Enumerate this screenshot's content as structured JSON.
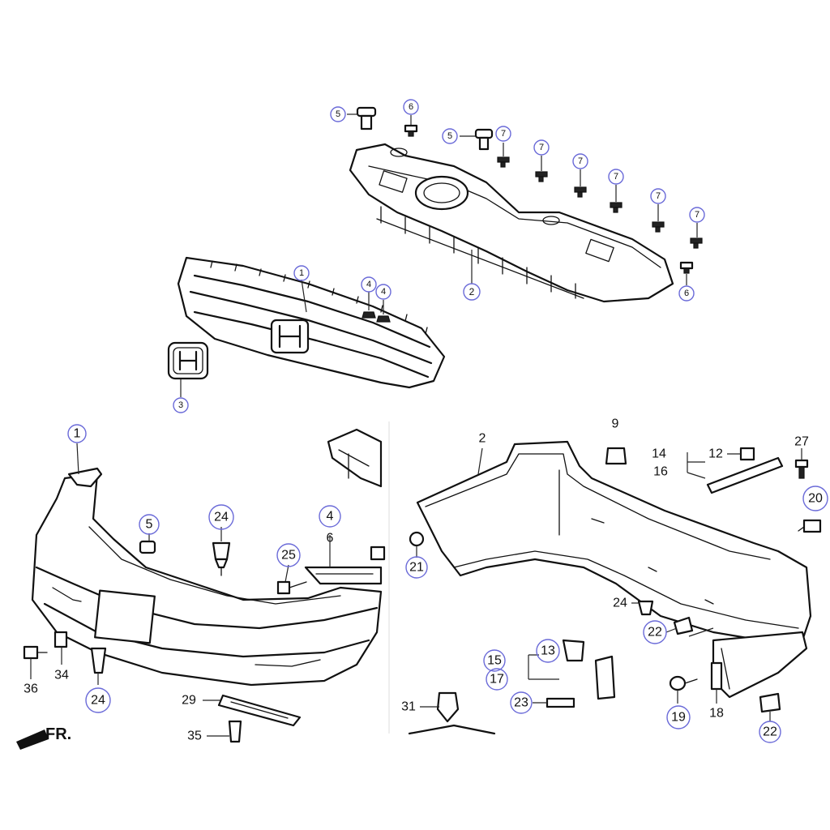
{
  "grille_panel": {
    "callouts": [
      {
        "id": "g5a",
        "label": "5"
      },
      {
        "id": "g6a",
        "label": "6"
      },
      {
        "id": "g5b",
        "label": "5"
      },
      {
        "id": "g7a",
        "label": "7"
      },
      {
        "id": "g7b",
        "label": "7"
      },
      {
        "id": "g7c",
        "label": "7"
      },
      {
        "id": "g7d",
        "label": "7"
      },
      {
        "id": "g7e",
        "label": "7"
      },
      {
        "id": "g7f",
        "label": "7"
      },
      {
        "id": "g6b",
        "label": "6"
      },
      {
        "id": "g2",
        "label": "2"
      },
      {
        "id": "g1",
        "label": "1"
      },
      {
        "id": "g4a",
        "label": "4"
      },
      {
        "id": "g4b",
        "label": "4"
      },
      {
        "id": "g3",
        "label": "3"
      }
    ]
  },
  "front_bumper": {
    "callouts": [
      {
        "id": "f1",
        "label": "1"
      },
      {
        "id": "f5",
        "label": "5"
      },
      {
        "id": "f24a",
        "label": "24"
      },
      {
        "id": "f4",
        "label": "4"
      },
      {
        "id": "f6",
        "label": "6"
      },
      {
        "id": "f25",
        "label": "25"
      },
      {
        "id": "f36",
        "label": "36"
      },
      {
        "id": "f34",
        "label": "34"
      },
      {
        "id": "f24b",
        "label": "24"
      },
      {
        "id": "f29",
        "label": "29"
      },
      {
        "id": "f35",
        "label": "35"
      }
    ],
    "direction_marker": "FR."
  },
  "rear_bumper": {
    "callouts": [
      {
        "id": "r2",
        "label": "2"
      },
      {
        "id": "r9",
        "label": "9"
      },
      {
        "id": "r14",
        "label": "14"
      },
      {
        "id": "r16",
        "label": "16"
      },
      {
        "id": "r12",
        "label": "12"
      },
      {
        "id": "r27",
        "label": "27"
      },
      {
        "id": "r20",
        "label": "20"
      },
      {
        "id": "r21",
        "label": "21"
      },
      {
        "id": "r24",
        "label": "24"
      },
      {
        "id": "r22a",
        "label": "22"
      },
      {
        "id": "r15",
        "label": "15"
      },
      {
        "id": "r17",
        "label": "17"
      },
      {
        "id": "r13",
        "label": "13"
      },
      {
        "id": "r23",
        "label": "23"
      },
      {
        "id": "r31",
        "label": "31"
      },
      {
        "id": "r19",
        "label": "19"
      },
      {
        "id": "r18",
        "label": "18"
      },
      {
        "id": "r22b",
        "label": "22"
      }
    ]
  },
  "colors": {
    "line": "#111111",
    "callout_ring": "#6a6ad8",
    "background": "#ffffff"
  }
}
